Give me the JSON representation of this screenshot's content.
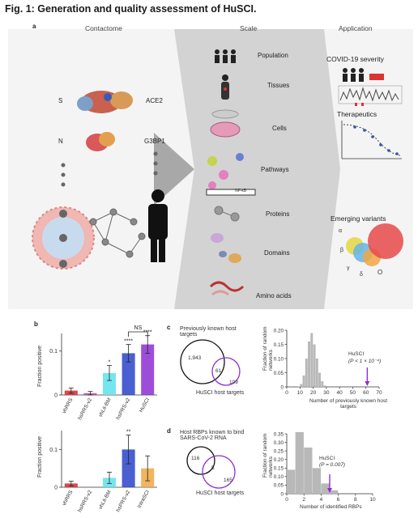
{
  "title": "Fig. 1: Generation and quality assessment of HuSCI.",
  "panel_labels": {
    "a": "a",
    "b": "b",
    "c": "c",
    "d": "d"
  },
  "columns": {
    "contactome": "Contactome",
    "scale": "Scale",
    "application": "Application"
  },
  "contactome": {
    "s_label": "S",
    "n_label": "N",
    "ace2": "ACE2",
    "g3bp1": "G3BP1"
  },
  "scale_items": [
    "Population",
    "Tissues",
    "Cells",
    "Pathways",
    "Proteins",
    "Domains",
    "Amino acids"
  ],
  "pathway_sublabel": "NF-κB",
  "applications": {
    "covid": "COVID-19 severity",
    "therapeutics": "Therapeutics",
    "variants": "Emerging variants"
  },
  "variant_letters": [
    "α",
    "β",
    "γ",
    "δ",
    "O"
  ],
  "chart_b_top": {
    "type": "bar",
    "ylabel": "Fraction positive",
    "categories": [
      "vhRRS",
      "hsRRS-v2",
      "vhLit-BM",
      "hsPRS-v2",
      "HuSCI"
    ],
    "values": [
      0.01,
      0.004,
      0.05,
      0.095,
      0.115
    ],
    "errors": [
      0.006,
      0.004,
      0.017,
      0.02,
      0.02
    ],
    "colors": [
      "#d7282b",
      "#c63c8a",
      "#5fe0ec",
      "#2a43c8",
      "#8c2fd2"
    ],
    "ylim": [
      0,
      0.14
    ],
    "ticks": [
      "0",
      "0.1"
    ],
    "significance": [
      "",
      "",
      "*",
      "****",
      "****"
    ],
    "bracket": "NS"
  },
  "chart_b_bottom": {
    "type": "bar",
    "ylabel": "Fraction positive",
    "categories": [
      "vhRRS",
      "hsRRS-v2",
      "vhLit-BM",
      "hsPRS-v2",
      "IntraSCI"
    ],
    "values": [
      0.01,
      0,
      0.025,
      0.1,
      0.05
    ],
    "errors": [
      0.006,
      0,
      0.015,
      0.038,
      0.033
    ],
    "colors": [
      "#d7282b",
      "#c63c8a",
      "#5fe0ec",
      "#2a43c8",
      "#f0a742"
    ],
    "ylim": [
      0,
      0.15
    ],
    "ticks": [
      "0",
      "0.1"
    ],
    "significance": [
      "",
      "",
      "",
      "**",
      ""
    ]
  },
  "venn_c": {
    "title": "Previously known host targets",
    "left": "1,943",
    "center": "61",
    "right": "109",
    "label": "HuSCI host targets"
  },
  "chart_c": {
    "type": "bar",
    "ylabel": "Fraction of random networks",
    "xlabel": "Number of previously known host targets",
    "xticks": [
      "0",
      "10",
      "20",
      "30",
      "40",
      "50",
      "60",
      "70"
    ],
    "yticks": [
      "0",
      "0.05",
      "0.10",
      "0.15",
      "0.20"
    ],
    "values": [
      0.002,
      0.01,
      0.04,
      0.1,
      0.16,
      0.19,
      0.15,
      0.1,
      0.05,
      0.02,
      0.005
    ],
    "bin_start": 8,
    "bin_width": 2,
    "annotation": "HuSCI",
    "annotation2": "(P < 1 × 10⁻⁴)",
    "arrow_x": 61
  },
  "venn_d": {
    "title": "Host RBPs known to bind SARS-CoV-2 RNA",
    "left": "116",
    "center": "5",
    "right": "165",
    "label": "HuSCI host targets"
  },
  "chart_d": {
    "type": "bar",
    "ylabel": "Fraction of random networks",
    "xlabel": "Number of identified RBPs",
    "xticks": [
      "0",
      "2",
      "4",
      "6",
      "8",
      "10"
    ],
    "yticks": [
      "0",
      "0.05",
      "0.10",
      "0.15",
      "0.20",
      "0.25",
      "0.30",
      "0.35"
    ],
    "values": [
      0.14,
      0.36,
      0.27,
      0.15,
      0.06,
      0.02
    ],
    "bin_start": 0,
    "bin_width": 1,
    "annotation": "HuSCI",
    "annotation2": "(P = 0.007)",
    "arrow_x": 5
  }
}
